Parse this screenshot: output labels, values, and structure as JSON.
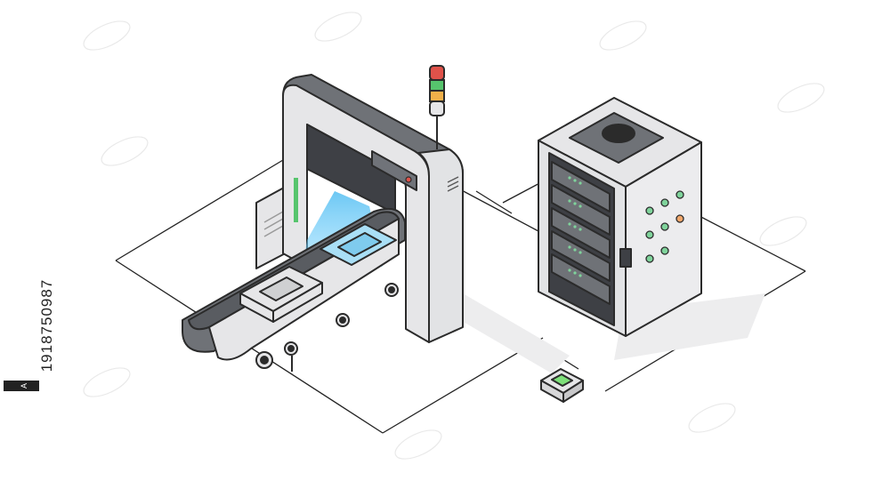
{
  "image": {
    "side_id": "1918750987",
    "watermark_logo": "Adobe Stock",
    "colors": {
      "outline": "#2b2b2b",
      "machine_light": "#e6e6e8",
      "machine_dark": "#6f7277",
      "scan_beam": "#3fb6f0",
      "led_green": "#7fd39b",
      "led_orange": "#f0a66a",
      "light_red": "#e0524a",
      "light_amber": "#f0b04a",
      "light_green": "#56c46d",
      "sensor_green": "#7ee07a"
    },
    "icons": [
      "scanner-machine",
      "conveyor-belt",
      "server-rack",
      "signal-tower-light",
      "sensor-node"
    ]
  }
}
